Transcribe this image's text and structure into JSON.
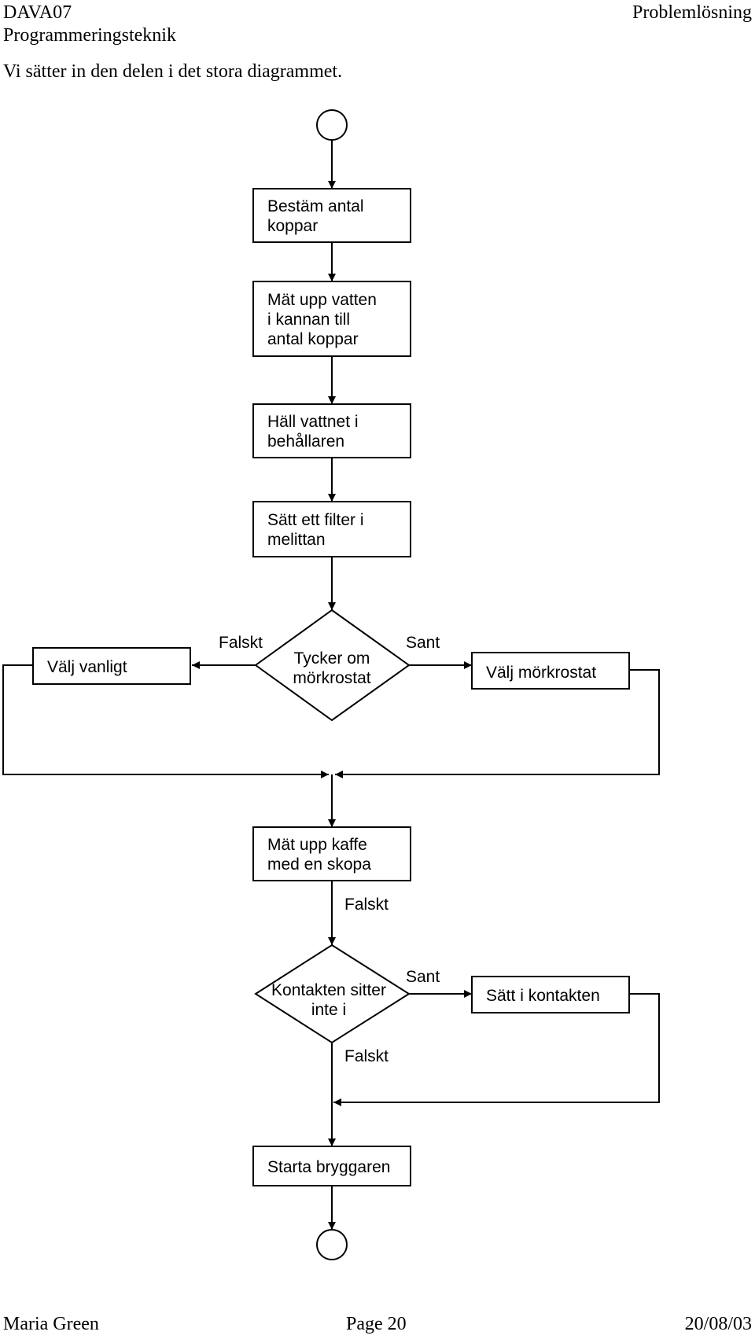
{
  "header": {
    "course": "DAVA07",
    "subject": "Programmeringsteknik",
    "section": "Problemlösning"
  },
  "intro": "Vi sätter in den delen i det stora diagrammet.",
  "diagram": {
    "box_antal": {
      "line1": "Bestäm antal",
      "line2": "koppar"
    },
    "box_vatten": {
      "line1": "Mät upp vatten",
      "line2": "i kannan till",
      "line3_code": "antal",
      "line3_text": "koppar"
    },
    "box_hall": {
      "line1": "Häll vattnet i",
      "line2": "behållaren"
    },
    "box_filter": {
      "line1": "Sätt ett filter i",
      "line2": "melittan"
    },
    "decision_mork": {
      "line1": "Tycker om",
      "line2": "mörkrostat"
    },
    "box_vanligt": "Välj vanligt",
    "box_morkrostat": "Välj mörkrostat",
    "label_false_1": "Falskt",
    "label_true_1": "Sant",
    "box_kaffe": {
      "line1": "Mät upp kaffe",
      "line2": "med en skopa"
    },
    "label_false_2": "Falskt",
    "decision_kontakt": {
      "line1": "Kontakten sitter",
      "line2": "inte i"
    },
    "label_true_2": "Sant",
    "box_kontakten": "Sätt i kontakten",
    "label_false_3": "Falskt",
    "box_starta": "Starta bryggaren"
  },
  "footer": {
    "author": "Maria Green",
    "page": "Page 20",
    "date": "20/08/03"
  }
}
